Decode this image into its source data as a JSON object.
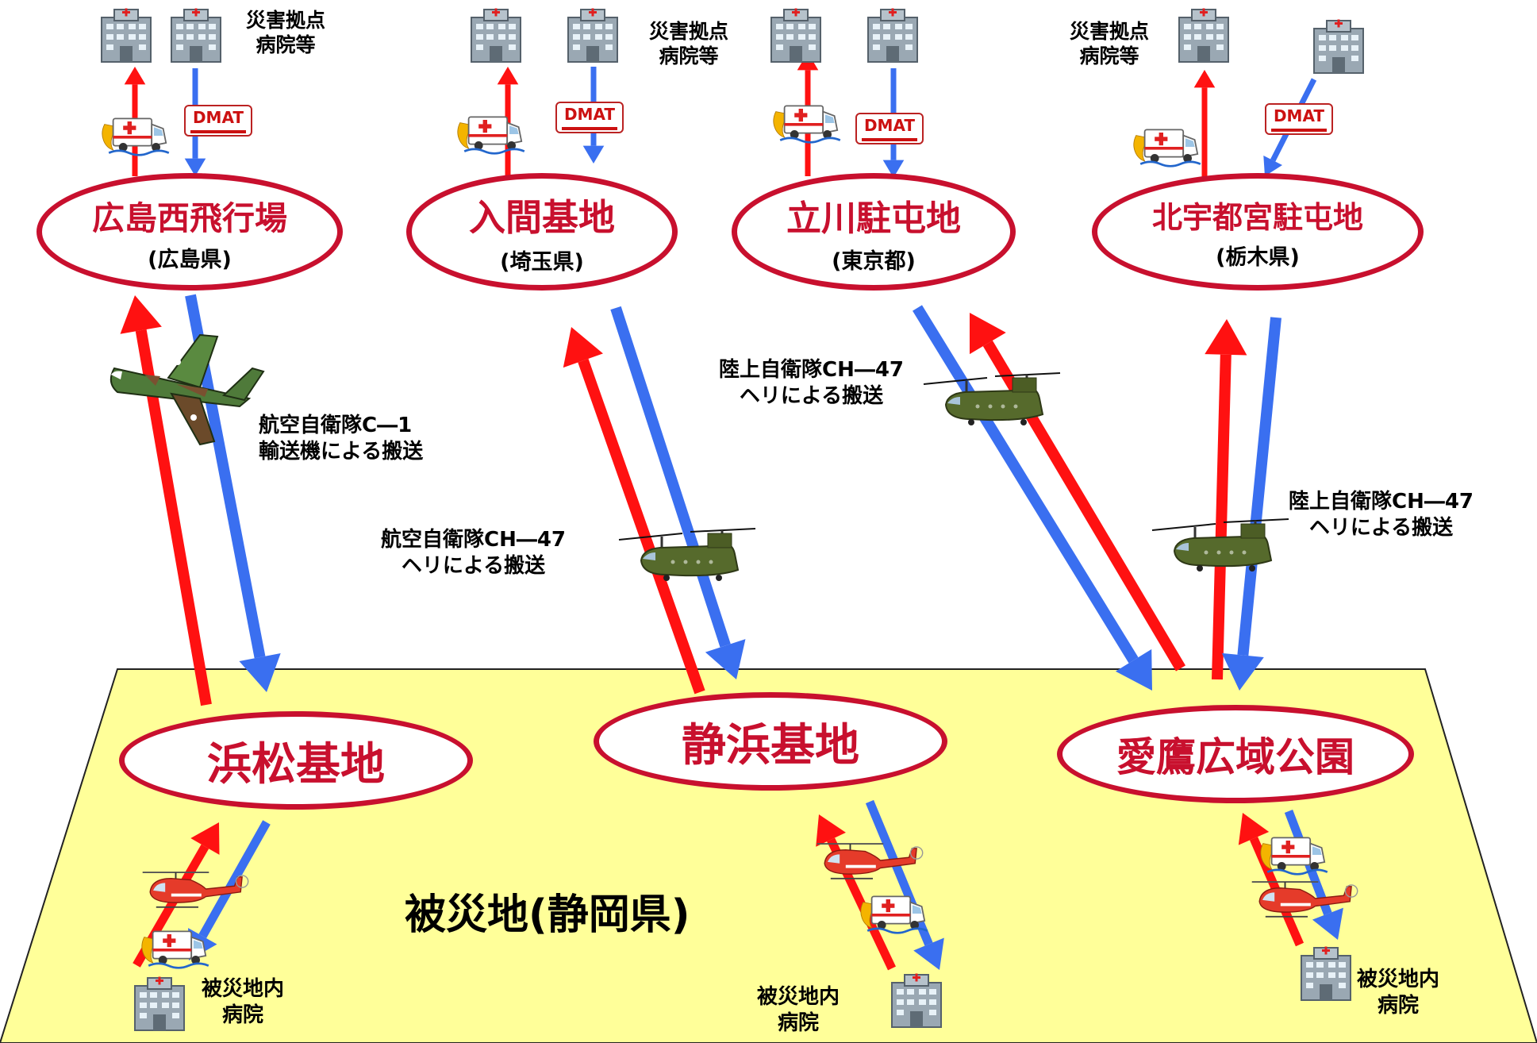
{
  "region": {
    "label": "被災地(静岡県)"
  },
  "dmat_label": "DMAT",
  "hubs": [
    {
      "id": "hiroshima",
      "name": "広島西飛行場",
      "pref": "(広島県)"
    },
    {
      "id": "iruma",
      "name": "入間基地",
      "pref": "(埼玉県)"
    },
    {
      "id": "tachikawa",
      "name": "立川駐屯地",
      "pref": "(東京都)"
    },
    {
      "id": "kitautsunomiya",
      "name": "北宇都宮駐屯地",
      "pref": "(栃木県)"
    }
  ],
  "sites": [
    {
      "id": "hamamatsu",
      "name": "浜松基地"
    },
    {
      "id": "shizuhama",
      "name": "静浜基地"
    },
    {
      "id": "aitaka",
      "name": "愛鷹広域公園"
    }
  ],
  "labels": {
    "base_hospital": "災害拠点\n病院等",
    "local_hospital": "被災地内\n病院",
    "c1_transport": "航空自衛隊C―1\n輸送機による搬送",
    "asdf_ch47": "航空自衛隊CH―47\nヘリによる搬送",
    "gsdf_ch47": "陸上自衛隊CH―47\nヘリによる搬送"
  },
  "colors": {
    "outbound_arrow": "#ff1111",
    "return_arrow": "#3a6ff0",
    "node_border": "#c8102e",
    "node_text": "#c8102e",
    "region_fill": "#ffff99"
  }
}
